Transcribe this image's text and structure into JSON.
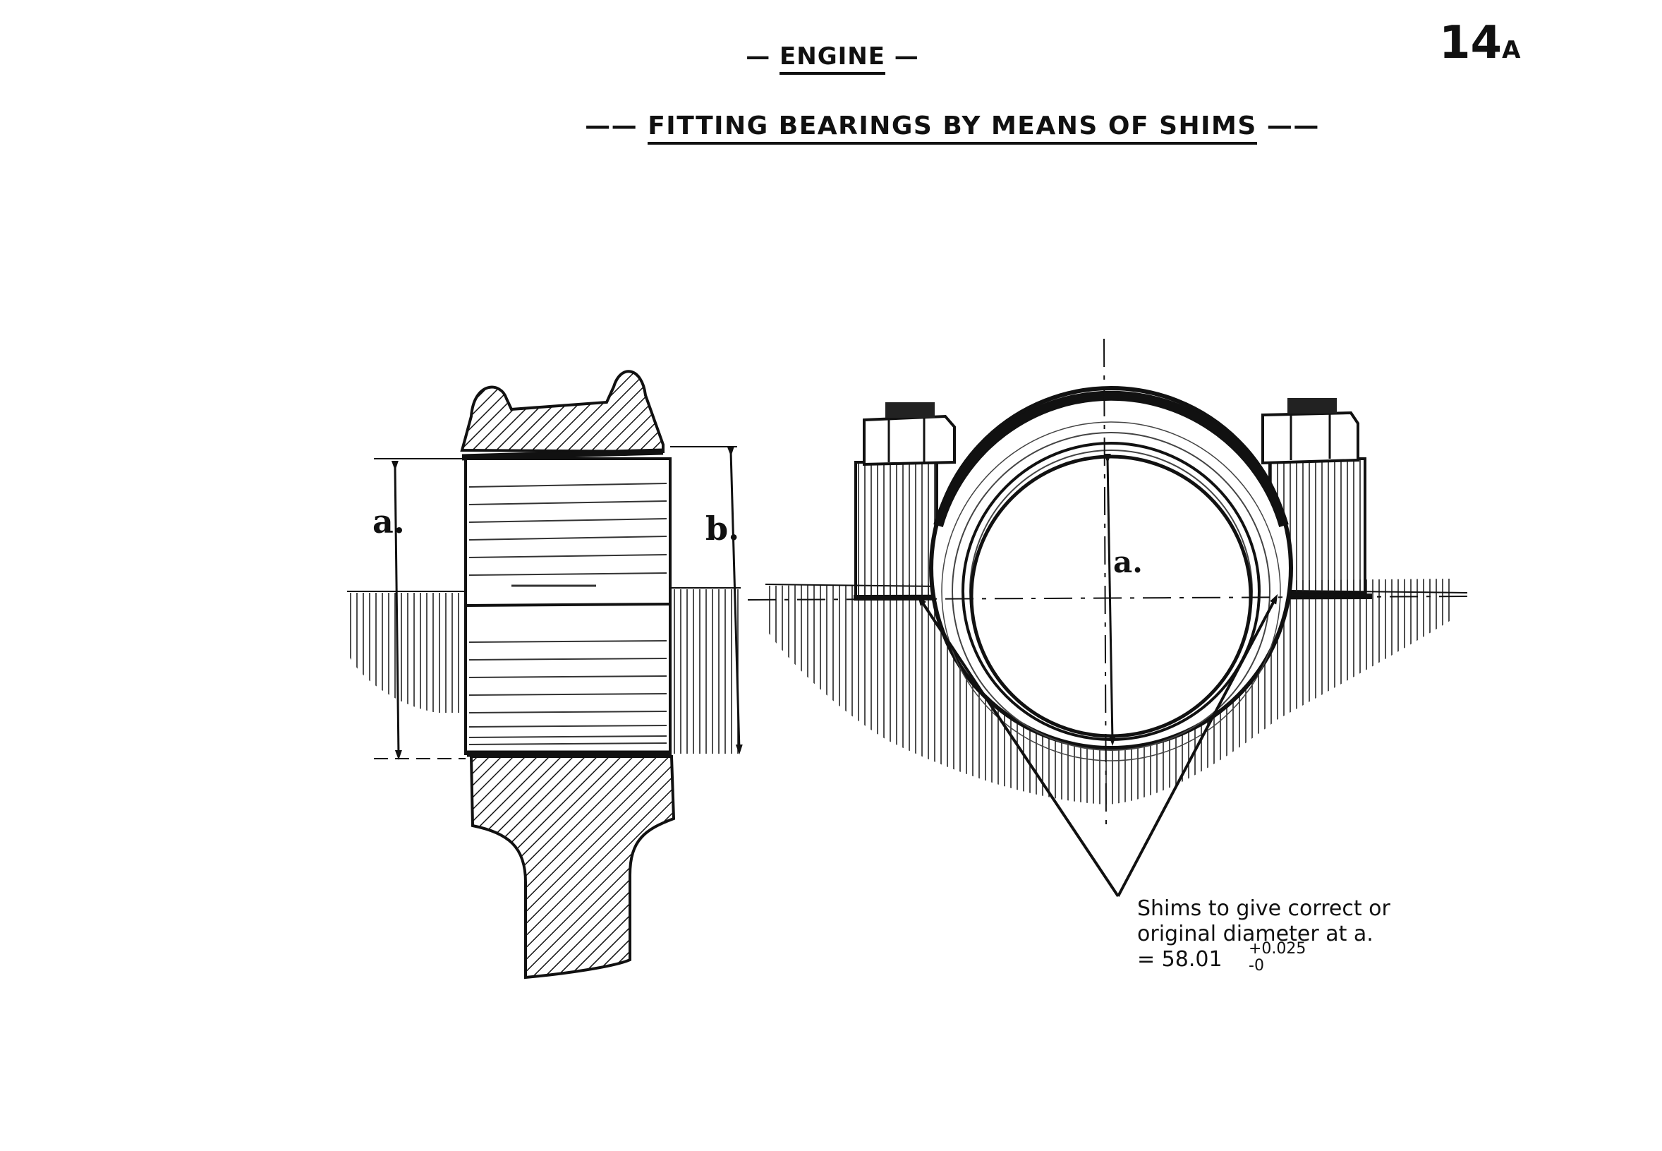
{
  "header": {
    "section": "ENGINE",
    "title": "FITTING BEARINGS BY MEANS OF SHIMS",
    "page_number": "14",
    "page_suffix": "A"
  },
  "labels": {
    "dim_a_left": "a.",
    "dim_b": "b.",
    "dim_a_right": "a."
  },
  "note": {
    "line1": "Shims to give correct or",
    "line2": "original diameter at a.",
    "line3_value": "= 58.01",
    "tol_plus": "+0.025",
    "tol_minus": "-0"
  }
}
